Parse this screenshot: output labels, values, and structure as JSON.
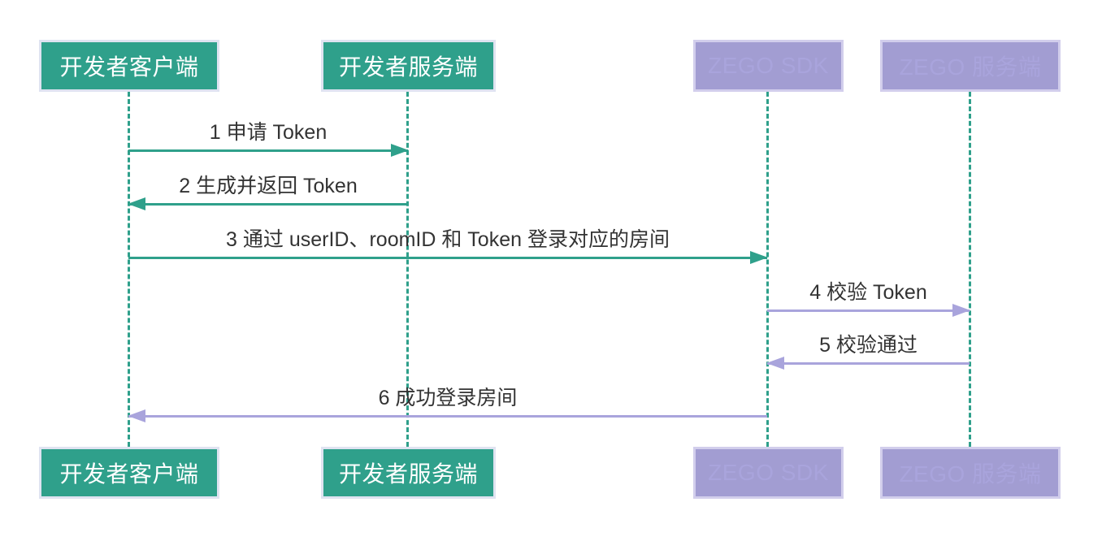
{
  "diagram": {
    "type": "sequence-diagram",
    "background": "#ffffff"
  },
  "colors": {
    "teal_actor_fill": "#2FA08B",
    "teal_actor_border": "#DFE3F1",
    "purple_actor_fill": "#A29DD2",
    "purple_actor_border": "#D2CEEC",
    "teal_arrow": "#2FA08B",
    "purple_arrow": "#A9A4DC",
    "lifeline": "#2FA08B",
    "message_text": "#333333",
    "actor_text": "#ffffff"
  },
  "actors": [
    {
      "id": "developer-client",
      "label": "开发者客户端",
      "color": "#2FA08B"
    },
    {
      "id": "developer-server",
      "label": "开发者服务端",
      "color": "#2FA08B"
    },
    {
      "id": "zego-sdk",
      "label": "ZEGO SDK",
      "color": "#A29DD2"
    },
    {
      "id": "zego-server",
      "label": "ZEGO 服务端",
      "color": "#A29DD2"
    }
  ],
  "messages": [
    {
      "seq": 1,
      "text": "1 申请 Token",
      "from": "开发者客户端",
      "to": "开发者服务端",
      "direction": "right",
      "arrow_color": "#2FA08B"
    },
    {
      "seq": 2,
      "text": "2 生成并返回 Token",
      "from": "开发者服务端",
      "to": "开发者客户端",
      "direction": "left",
      "arrow_color": "#2FA08B"
    },
    {
      "seq": 3,
      "text": "3 通过 userID、roomID 和 Token 登录对应的房间",
      "from": "开发者客户端",
      "to": "ZEGO SDK",
      "direction": "right",
      "arrow_color": "#2FA08B"
    },
    {
      "seq": 4,
      "text": "4 校验 Token",
      "from": "ZEGO SDK",
      "to": "ZEGO 服务端",
      "direction": "right",
      "arrow_color": "#A9A4DC"
    },
    {
      "seq": 5,
      "text": "5 校验通过",
      "from": "ZEGO 服务端",
      "to": "ZEGO SDK",
      "direction": "left",
      "arrow_color": "#A9A4DC"
    },
    {
      "seq": 6,
      "text": "6 成功登录房间",
      "from": "ZEGO SDK",
      "to": "开发者客户端",
      "direction": "left",
      "arrow_color": "#A9A4DC"
    }
  ]
}
